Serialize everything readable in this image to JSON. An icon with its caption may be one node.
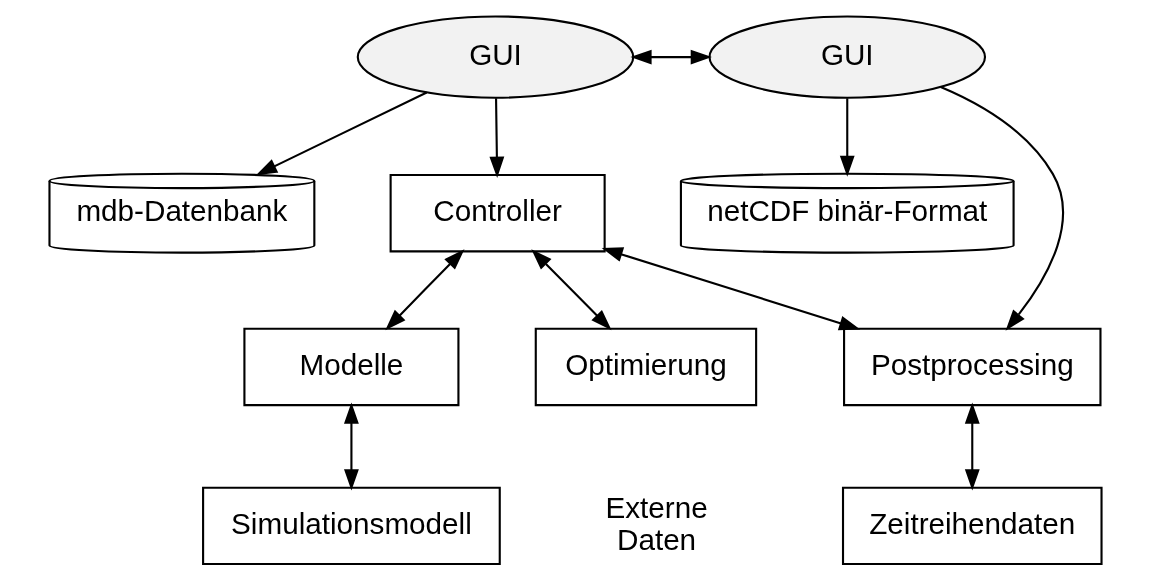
{
  "diagram": {
    "nodes": [
      {
        "text": [
          "GUI"
        ]
      },
      {
        "text": [
          "GUI"
        ]
      },
      {
        "text": [
          "mdb-Datenbank"
        ]
      },
      {
        "text": [
          "Controller"
        ]
      },
      {
        "text": [
          "netCDF binär-Format"
        ]
      },
      {
        "text": [
          "Optimierung"
        ]
      },
      {
        "text": [
          "Modelle"
        ]
      },
      {
        "text": [
          "Postprocessing"
        ]
      },
      {
        "text": [
          "Simulationsmodell"
        ]
      },
      {
        "text": [
          "Zeitreihendaten"
        ]
      }
    ],
    "edges": [
      {
        "from": 0,
        "to": 1,
        "arrow": "both"
      },
      {
        "from": 0,
        "to": 2,
        "arrow": "to"
      },
      {
        "from": 0,
        "to": 3,
        "arrow": "to"
      },
      {
        "from": 1,
        "to": 4,
        "arrow": "to"
      },
      {
        "from": 1,
        "to": 7,
        "arrow": "to"
      },
      {
        "from": 3,
        "to": 5,
        "arrow": "both"
      },
      {
        "from": 3,
        "to": 6,
        "arrow": "both"
      },
      {
        "from": 3,
        "to": 7,
        "arrow": "both"
      },
      {
        "from": 6,
        "to": 8,
        "arrow": "both"
      },
      {
        "from": 7,
        "to": 9,
        "arrow": "both"
      }
    ],
    "labels": [
      "Externe Daten"
    ]
  }
}
